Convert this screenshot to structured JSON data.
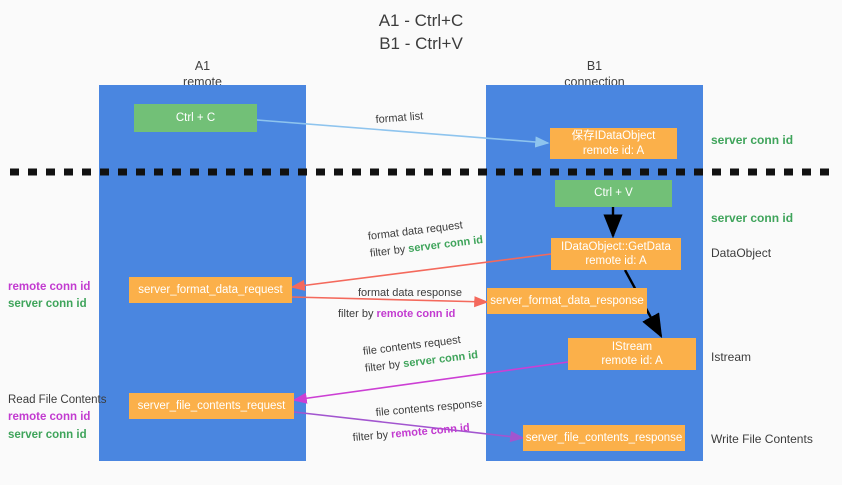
{
  "title": {
    "line1": "A1 - Ctrl+C",
    "line2": "B1 - Ctrl+V"
  },
  "columns": [
    {
      "name": "A1",
      "sub": "remote"
    },
    {
      "name": "B1",
      "sub": "connection"
    }
  ],
  "nodes": {
    "ctrl_c": {
      "line1": "Ctrl + C",
      "line2": ""
    },
    "save_idataobject": {
      "line1": "保存IDataObject",
      "line2": "remote id: A"
    },
    "ctrl_v": {
      "line1": "Ctrl + V",
      "line2": ""
    },
    "getdata": {
      "line1": "IDataObject::GetData",
      "line2": "remote id: A"
    },
    "istream": {
      "line1": "IStream",
      "line2": "remote id: A"
    },
    "server_format_data_request": {
      "line1": "server_format_data_request",
      "line2": ""
    },
    "server_format_data_response": {
      "line1": "server_format_data_response",
      "line2": ""
    },
    "server_file_contents_request": {
      "line1": "server_file_contents_request",
      "line2": ""
    },
    "server_file_contents_response": {
      "line1": "server_file_contents_response",
      "line2": ""
    }
  },
  "right_labels": {
    "server_conn_id_1": "server conn id",
    "server_conn_id_2": "server conn id",
    "dataobject": "DataObject",
    "istream": "Istream",
    "write_file_contents": "Write File Contents"
  },
  "left_labels": {
    "remote_conn_id_1": "remote conn id",
    "server_conn_id_1": "server conn id",
    "read_file_contents": "Read File Contents",
    "remote_conn_id_2": "remote conn id",
    "server_conn_id_2": "server conn id"
  },
  "edge_labels": {
    "format_list": "format list",
    "format_data_request": "format data request",
    "format_data_request_filter_prefix": "filter by ",
    "format_data_request_filter_value": "server conn id",
    "format_data_response": "format data response",
    "format_data_response_filter_prefix": "filter by ",
    "format_data_response_filter_value": "remote conn id",
    "file_contents_request": "file contents request",
    "file_contents_request_filter_prefix": "filter by ",
    "file_contents_request_filter_value": "server conn id",
    "file_contents_response": "file contents response",
    "file_contents_response_filter_prefix": "filter by ",
    "file_contents_response_filter_value": "remote conn id"
  },
  "colors": {
    "panel_blue": "#4a86e0",
    "node_green": "#72c077",
    "node_orange": "#fbb04a",
    "accent_green_text": "#3fa45b",
    "accent_magenta_text": "#c23bd0",
    "arrow_light_blue": "#8ec4ee",
    "arrow_red": "#f4695c",
    "arrow_magenta": "#cc3fd4",
    "arrow_purple": "#a255cf",
    "arrow_black": "#000000",
    "background": "#fafafa"
  }
}
